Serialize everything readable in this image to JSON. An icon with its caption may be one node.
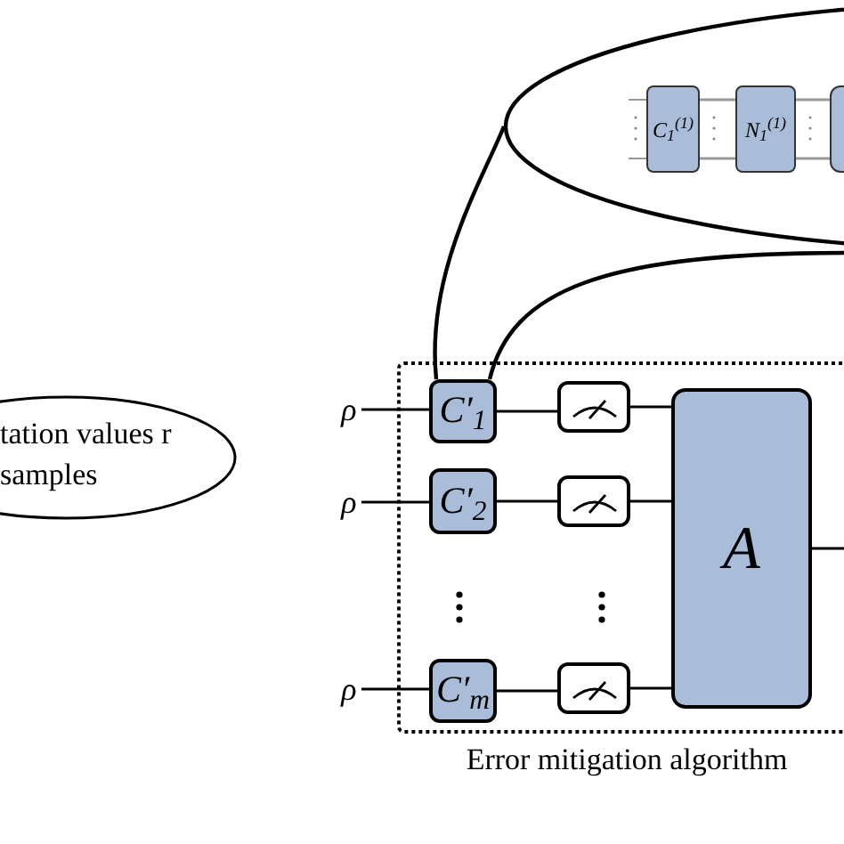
{
  "diagram": {
    "nodes": [
      {
        "text": [
          "tation values r samples"
        ]
      },
      {
        "text": [],
        "shape": "ellipse"
      },
      {
        "text": [
          "C$_{1}$$^{(1)}$"
        ],
        "in": 1
      },
      {
        "text": [
          "N$_{1}$$^{(1)}$"
        ],
        "in": 1
      },
      {
        "text": [],
        "shape": "box",
        "in": 1
      },
      {
        "text": [
          "Error mitigation algorithm"
        ]
      },
      {
        "text": [
          "ρ"
        ]
      },
      {
        "text": [
          "C′$_{1}$"
        ],
        "in": 5
      },
      {
        "text": [],
        "shape": "box",
        "in": 5
      },
      {
        "text": [
          "ρ"
        ]
      },
      {
        "text": [
          "C′$_{2}$"
        ],
        "in": 5
      },
      {
        "text": [],
        "shape": "box",
        "in": 5
      },
      {
        "text": [
          "ρ"
        ]
      },
      {
        "text": [
          "C′$_{m}$"
        ],
        "in": 5
      },
      {
        "text": [],
        "shape": "box",
        "in": 5
      },
      {
        "text": [
          "A"
        ],
        "in": 5
      }
    ],
    "edges": [
      {
        "from": 6,
        "to": 7,
        "arrow": "none"
      },
      {
        "from": 7,
        "to": 8,
        "arrow": "none"
      },
      {
        "from": 8,
        "to": 15,
        "arrow": "none"
      },
      {
        "from": 9,
        "to": 10,
        "arrow": "none"
      },
      {
        "from": 10,
        "to": 11,
        "arrow": "none"
      },
      {
        "from": 11,
        "to": 15,
        "arrow": "none"
      },
      {
        "from": 12,
        "to": 13,
        "arrow": "none"
      },
      {
        "from": 13,
        "to": 14,
        "arrow": "none"
      },
      {
        "from": 14,
        "to": 15,
        "arrow": "none"
      },
      {
        "from": 15,
        "to": null,
        "arrow": "none"
      },
      {
        "from": 7,
        "to": 1,
        "arrow": "none"
      },
      {
        "from": 7,
        "to": 1,
        "arrow": "none"
      },
      {
        "from": 2,
        "to": 3,
        "arrow": "none",
        "color": "#999999"
      },
      {
        "from": 3,
        "to": 4,
        "arrow": "none",
        "color": "#999999"
      }
    ]
  }
}
